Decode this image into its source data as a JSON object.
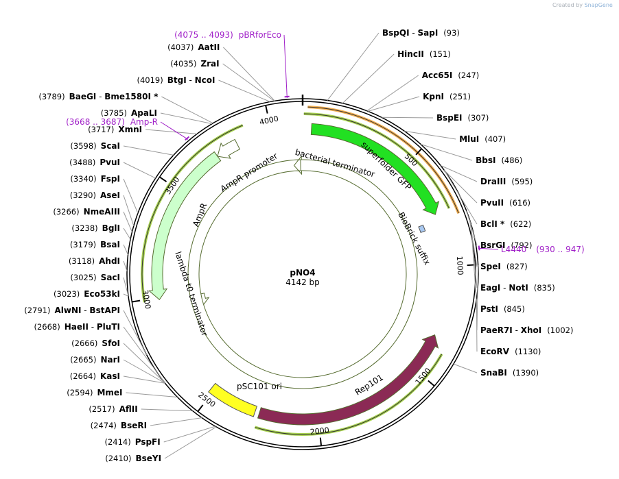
{
  "header": {
    "credit_prefix": "Created by",
    "credit_brand": "SnapGene"
  },
  "plasmid": {
    "name": "pNO4",
    "length_label": "4142 bp",
    "length": 4142
  },
  "ticks": [
    {
      "pos": 500,
      "label": "500"
    },
    {
      "pos": 1000,
      "label": "1000"
    },
    {
      "pos": 1500,
      "label": "1500"
    },
    {
      "pos": 2000,
      "label": "2000"
    },
    {
      "pos": 2500,
      "label": "2500"
    },
    {
      "pos": 3000,
      "label": "3000"
    },
    {
      "pos": 3500,
      "label": "3500"
    },
    {
      "pos": 4000,
      "label": "4000"
    }
  ],
  "enzymes_right": [
    {
      "name": "BspQI",
      "name2": "SapI",
      "pos": "(93)",
      "site": 93
    },
    {
      "name": "HincII",
      "pos": "(151)",
      "site": 151
    },
    {
      "name": "Acc65I",
      "pos": "(247)",
      "site": 247
    },
    {
      "name": "KpnI",
      "pos": "(251)",
      "site": 251
    },
    {
      "name": "BspEI",
      "pos": "(307)",
      "site": 307
    },
    {
      "name": "MluI",
      "pos": "(407)",
      "site": 407
    },
    {
      "name": "BbsI",
      "pos": "(486)",
      "site": 486
    },
    {
      "name": "DraIII",
      "pos": "(595)",
      "site": 595
    },
    {
      "name": "PvuII",
      "pos": "(616)",
      "site": 616
    },
    {
      "name": "BclI *",
      "pos": "(622)",
      "site": 622
    },
    {
      "name": "BsrGI",
      "pos": "(792)",
      "site": 792
    },
    {
      "name": "SpeI",
      "pos": "(827)",
      "site": 827
    },
    {
      "name": "EagI",
      "name2": "NotI",
      "pos": "(835)",
      "site": 835
    },
    {
      "name": "PstI",
      "pos": "(845)",
      "site": 845
    },
    {
      "name": "PaeR7I",
      "name2": "XhoI",
      "pos": "(1002)",
      "site": 1002
    },
    {
      "name": "EcoRV",
      "pos": "(1130)",
      "site": 1130
    },
    {
      "name": "SnaBI",
      "pos": "(1390)",
      "site": 1390
    }
  ],
  "enzymes_left": [
    {
      "name": "AatII",
      "pos": "(4037)",
      "site": 4037
    },
    {
      "name": "ZraI",
      "pos": "(4035)",
      "site": 4035
    },
    {
      "name": "BtgI",
      "name2": "NcoI",
      "pos": "(4019)",
      "site": 4019
    },
    {
      "name": "BaeGI",
      "name2": "Bme1580I *",
      "pos": "(3789)",
      "site": 3789
    },
    {
      "name": "ApaLI",
      "pos": "(3785)",
      "site": 3785
    },
    {
      "name": "XmnI",
      "pos": "(3717)",
      "site": 3717
    },
    {
      "name": "ScaI",
      "pos": "(3598)",
      "site": 3598
    },
    {
      "name": "PvuI",
      "pos": "(3488)",
      "site": 3488
    },
    {
      "name": "FspI",
      "pos": "(3340)",
      "site": 3340
    },
    {
      "name": "AseI",
      "pos": "(3290)",
      "site": 3290
    },
    {
      "name": "NmeAIII",
      "pos": "(3266)",
      "site": 3266
    },
    {
      "name": "BglI",
      "pos": "(3238)",
      "site": 3238
    },
    {
      "name": "BsaI",
      "pos": "(3179)",
      "site": 3179
    },
    {
      "name": "AhdI",
      "pos": "(3118)",
      "site": 3118
    },
    {
      "name": "SacI",
      "pos": "(3025)",
      "site": 3025
    },
    {
      "name": "Eco53kI",
      "pos": "(3023)",
      "site": 3023
    },
    {
      "name": "AlwNI",
      "name2": "BstAPI",
      "pos": "(2791)",
      "site": 2791
    },
    {
      "name": "HaeII",
      "name2": "PluTI",
      "pos": "(2668)",
      "site": 2668
    },
    {
      "name": "SfoI",
      "pos": "(2666)",
      "site": 2666
    },
    {
      "name": "NarI",
      "pos": "(2665)",
      "site": 2665
    },
    {
      "name": "KasI",
      "pos": "(2664)",
      "site": 2664
    },
    {
      "name": "MmeI",
      "pos": "(2594)",
      "site": 2594
    },
    {
      "name": "AflII",
      "pos": "(2517)",
      "site": 2517
    },
    {
      "name": "BseRI",
      "pos": "(2474)",
      "site": 2474
    },
    {
      "name": "PspFI",
      "pos": "(2414)",
      "site": 2414
    },
    {
      "name": "BseYI",
      "pos": "(2410)",
      "site": 2410
    }
  ],
  "primers": [
    {
      "range": "(4075 .. 4093)",
      "name": "pBRforEco",
      "start": 4075,
      "end": 4093
    },
    {
      "range": "(3668 .. 3687)",
      "name": "Amp-R",
      "start": 3668,
      "end": 3687
    },
    {
      "name": "L4440",
      "range": "(930 .. 947)",
      "start": 930,
      "end": 947
    }
  ],
  "features": [
    {
      "name": "superfolder GFP",
      "start": 40,
      "end": 757,
      "color": "#22e022",
      "dir": 1
    },
    {
      "name": "BioBrick suffix",
      "start": 780,
      "end": 812,
      "color": "#a8c8f0",
      "dir": 0
    },
    {
      "name": "Rep101",
      "start": 1320,
      "end": 2270,
      "color": "#8b2a55",
      "dir": -1
    },
    {
      "name": "pSC101 ori",
      "start": 2290,
      "end": 2515,
      "color": "#ffff22",
      "dir": 0
    },
    {
      "name": "AmpR",
      "start": 2990,
      "end": 3730,
      "color": "#ccffcc",
      "dir": -1
    },
    {
      "name": "AmpR promoter",
      "start": 3730,
      "end": 3835,
      "color": "#ffffff",
      "dir": -1
    },
    {
      "name": "lambda t0 terminator",
      "start": 2900,
      "end": 2980,
      "color": "#ffffff",
      "dir": -1
    },
    {
      "name": "bacterial terminator",
      "start": 4090,
      "end": 4130,
      "color": "#ffffff",
      "dir": -1
    }
  ],
  "colors": {
    "backbone": "#000000",
    "primer": "#a020c8",
    "orf_outline": "#9acd32",
    "orange": "#f0a030"
  }
}
